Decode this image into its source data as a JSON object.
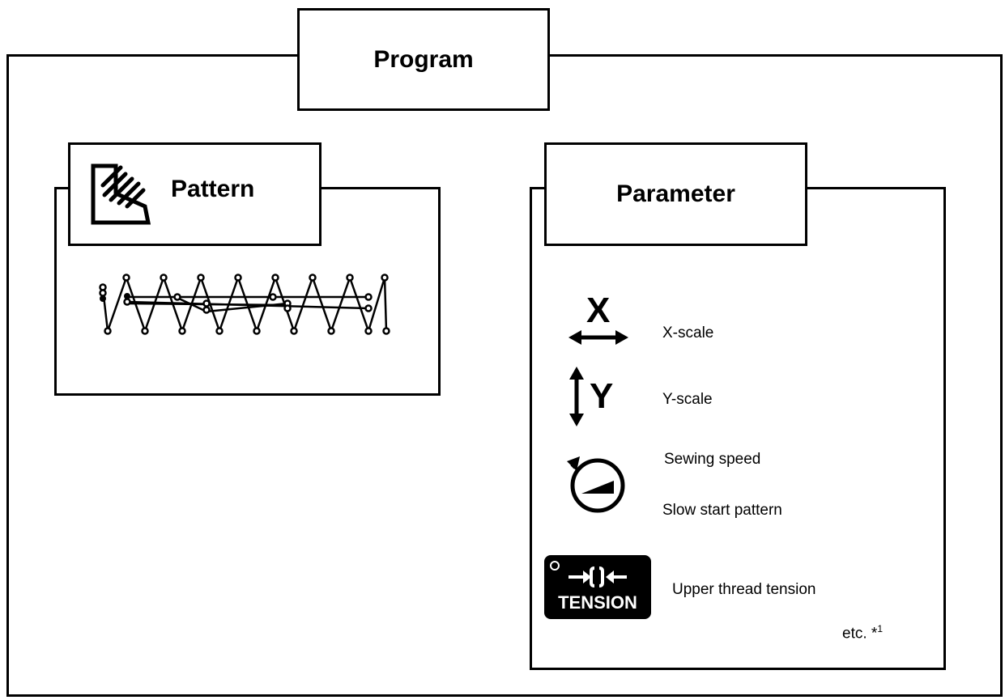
{
  "program": {
    "title": "Program"
  },
  "pattern": {
    "title": "Pattern",
    "icon": "pattern-hatch-icon"
  },
  "parameter": {
    "title": "Parameter",
    "items": [
      {
        "icon": "x-scale-icon",
        "label": "X-scale"
      },
      {
        "icon": "y-scale-icon",
        "label": "Y-scale"
      },
      {
        "icon": "sewing-speed-icon",
        "label": "Sewing speed"
      },
      {
        "icon": "slow-start-icon",
        "label": "Slow start pattern"
      },
      {
        "icon": "tension-key-icon",
        "label": "Upper thread tension"
      }
    ],
    "footnote": "etc. *",
    "footnote_sup": "1",
    "tension_key": {
      "text": "TENSION"
    },
    "x_icon_letter": "X",
    "y_icon_letter": "Y"
  }
}
